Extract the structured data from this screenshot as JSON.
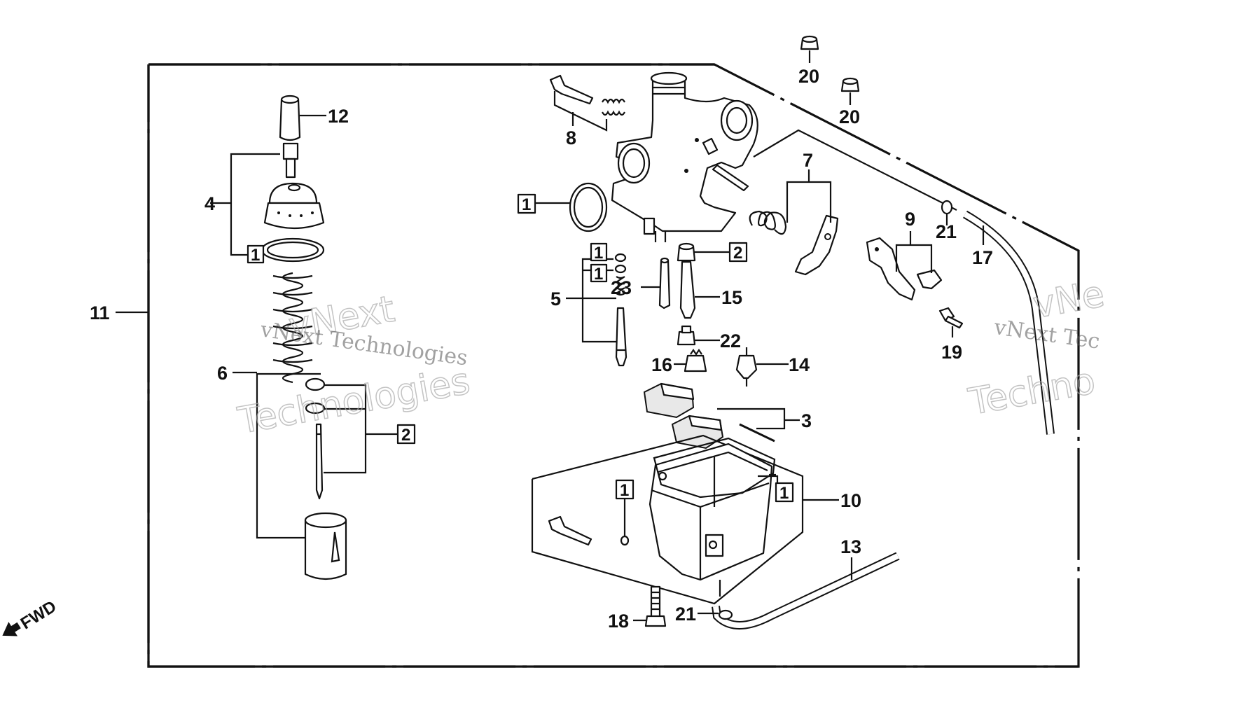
{
  "labels": {
    "l1": "1",
    "l2": "2",
    "l3": "3",
    "l4": "4",
    "l5": "5",
    "l6": "6",
    "l7": "7",
    "l8": "8",
    "l9": "9",
    "l10": "10",
    "l11": "11",
    "l12": "12",
    "l13": "13",
    "l14": "14",
    "l15": "15",
    "l16": "16",
    "l17": "17",
    "l18": "18",
    "l19": "19",
    "l20": "20",
    "l21": "21",
    "l22": "22",
    "l23": "23"
  },
  "watermark": {
    "line1": "vNext Technologies",
    "line2a": "vNext",
    "line2b": "Technologies",
    "right1": "vNext Tec",
    "right2a": "vNe",
    "right2b": "Techno"
  },
  "direction": "FWD",
  "colors": {
    "line": "#111111",
    "background": "#ffffff",
    "watermark": "#aaaaaa"
  }
}
